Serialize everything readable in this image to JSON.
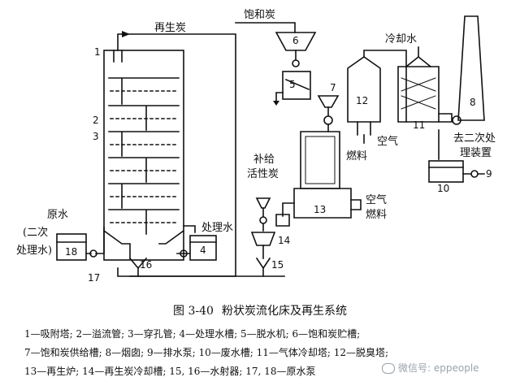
{
  "labels": {
    "regenerated_carbon": "再生炭",
    "saturated_carbon": "饱和炭",
    "cooling_water": "冷却水",
    "raw_water": "原水",
    "raw_water_sub": "(二次",
    "raw_water_sub2": "处理水)",
    "treated_water": "处理水",
    "makeup_carbon_1": "补给",
    "makeup_carbon_2": "活性炭",
    "air_1": "空气",
    "fuel_1": "燃料",
    "air_2": "空气",
    "fuel_2": "燃料",
    "to_secondary_1": "去二次处",
    "to_secondary_2": "理装置"
  },
  "numbers": {
    "n1": "1",
    "n2": "2",
    "n3": "3",
    "n4": "4",
    "n5": "5",
    "n6": "6",
    "n7": "7",
    "n8": "8",
    "n9": "9",
    "n10": "10",
    "n11": "11",
    "n12": "12",
    "n13": "13",
    "n14": "14",
    "n15": "15",
    "n16": "16",
    "n17": "17",
    "n18": "18"
  },
  "caption": {
    "figure_number": "图 3-40",
    "title": "粉状炭流化床及再生系统"
  },
  "legend": {
    "line1": "1—吸附塔; 2—溢流管; 3—穿孔管; 4—处理水槽; 5—脱水机; 6—饱和炭贮槽;",
    "line2": "7—饱和炭供给槽; 8—烟囱; 9—排水泵; 10—废水槽; 11—气体冷却塔; 12—脱臭塔;",
    "line3": "13—再生炉; 14—再生炭冷却槽; 15, 16—水射器; 17, 18—原水泵"
  },
  "watermark": {
    "text": "微信号: eppeople"
  }
}
